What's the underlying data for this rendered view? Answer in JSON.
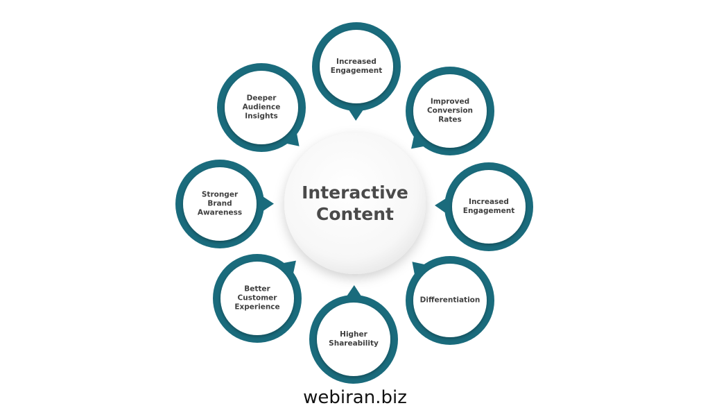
{
  "colors": {
    "ring": "#1a6b7c",
    "inner": "#ffffff",
    "text": "#3f3f3f",
    "center_text": "#4a4a4a"
  },
  "center": {
    "title": "Interactive\nContent"
  },
  "benefits": [
    {
      "label": "Increased\nEngagement"
    },
    {
      "label": "Improved\nConversion\nRates"
    },
    {
      "label": "Increased\nEngagement"
    },
    {
      "label": "Differentiation"
    },
    {
      "label": "Higher\nShareability"
    },
    {
      "label": "Better\nCustomer\nExperience"
    },
    {
      "label": "Stronger\nBrand\nAwareness"
    },
    {
      "label": "Deeper\nAudience\nInsights"
    }
  ],
  "footer": {
    "brand": "webiran.biz"
  }
}
